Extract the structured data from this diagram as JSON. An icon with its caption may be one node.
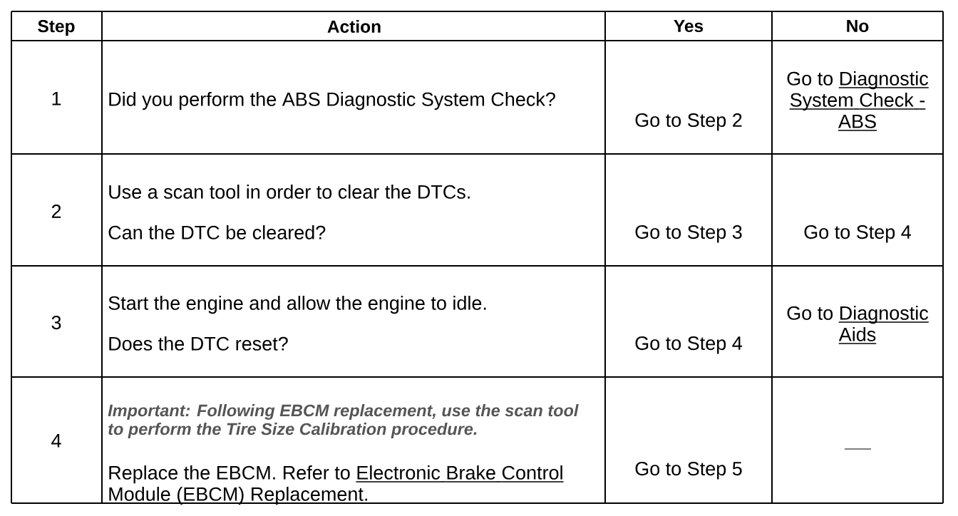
{
  "diagram": {
    "labels": [
      "Step",
      "Action",
      "Yes",
      "No",
      "1",
      "Did you perform the ABS Diagnostic System Check?",
      "Go to Step 2",
      "Go to",
      "Diagnostic System Check - ABS",
      "2",
      "Use a scan tool in order to clear the DTCs.",
      "Can the DTC be cleared?",
      "Go to Step 3",
      "Go to Step 4",
      "3",
      "Start the engine and allow the engine to idle.",
      "Does the DTC reset?",
      "Go to Step 4",
      "Go to",
      "Diagnostic Aids",
      "4",
      "Important: Following EBCM replacement, use the scan tool to perform the Tire Size Calibration procedure.",
      "Replace the EBCM. Refer to",
      "Electronic Brake Control Module (EBCM) Replacement",
      ".",
      "Go to Step 5"
    ]
  }
}
